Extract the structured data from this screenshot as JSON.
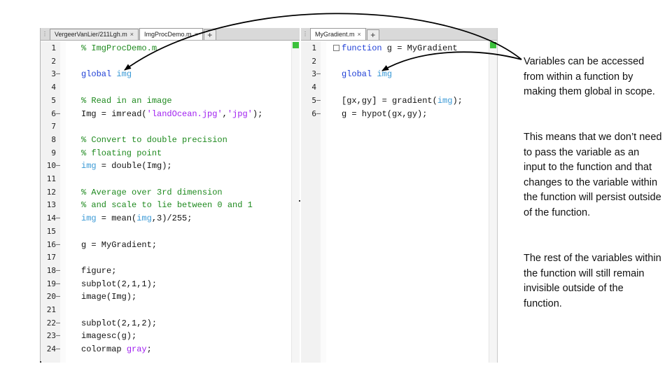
{
  "left_editor": {
    "tabs": [
      {
        "label": "VergeerVanLier/211Lgh.m",
        "active": false
      },
      {
        "label": "ImgProcDemo.m",
        "active": true
      }
    ],
    "plus_label": "+",
    "grip_label": "⋮",
    "lines": [
      {
        "n": "1",
        "dash": "",
        "kind": "comment",
        "text": "% ImgProcDemo.m"
      },
      {
        "n": "2",
        "dash": "",
        "kind": "plain",
        "text": ""
      },
      {
        "n": "3",
        "dash": "–",
        "kind": "mixed",
        "parts": [
          {
            "t": "global ",
            "c": "kw"
          },
          {
            "t": "img",
            "c": "var"
          }
        ]
      },
      {
        "n": "4",
        "dash": "",
        "kind": "plain",
        "text": ""
      },
      {
        "n": "5",
        "dash": "",
        "kind": "comment",
        "text": "% Read in an image"
      },
      {
        "n": "6",
        "dash": "–",
        "kind": "mixed",
        "parts": [
          {
            "t": "Img = imread(",
            "c": ""
          },
          {
            "t": "'landOcean.jpg'",
            "c": "str"
          },
          {
            "t": ",",
            "c": ""
          },
          {
            "t": "'jpg'",
            "c": "str"
          },
          {
            "t": ");",
            "c": ""
          }
        ]
      },
      {
        "n": "7",
        "dash": "",
        "kind": "plain",
        "text": ""
      },
      {
        "n": "8",
        "dash": "",
        "kind": "comment",
        "text": "% Convert to double precision"
      },
      {
        "n": "9",
        "dash": "",
        "kind": "comment",
        "text": "% floating point"
      },
      {
        "n": "10",
        "dash": "–",
        "kind": "mixed",
        "parts": [
          {
            "t": "img",
            "c": "var"
          },
          {
            "t": " = double(Img);",
            "c": ""
          }
        ]
      },
      {
        "n": "11",
        "dash": "",
        "kind": "plain",
        "text": ""
      },
      {
        "n": "12",
        "dash": "",
        "kind": "comment",
        "text": "% Average over 3rd dimension"
      },
      {
        "n": "13",
        "dash": "",
        "kind": "comment",
        "text": "% and scale to lie between 0 and 1"
      },
      {
        "n": "14",
        "dash": "–",
        "kind": "mixed",
        "parts": [
          {
            "t": "img",
            "c": "var"
          },
          {
            "t": " = mean(",
            "c": ""
          },
          {
            "t": "img",
            "c": "var"
          },
          {
            "t": ",3)/255;",
            "c": ""
          }
        ]
      },
      {
        "n": "15",
        "dash": "",
        "kind": "plain",
        "text": ""
      },
      {
        "n": "16",
        "dash": "–",
        "kind": "plain",
        "text": "g = MyGradient;"
      },
      {
        "n": "17",
        "dash": "",
        "kind": "plain",
        "text": ""
      },
      {
        "n": "18",
        "dash": "–",
        "kind": "plain",
        "text": "figure;"
      },
      {
        "n": "19",
        "dash": "–",
        "kind": "plain",
        "text": "subplot(2,1,1);"
      },
      {
        "n": "20",
        "dash": "–",
        "kind": "plain",
        "text": "image(Img);"
      },
      {
        "n": "21",
        "dash": "",
        "kind": "plain",
        "text": ""
      },
      {
        "n": "22",
        "dash": "–",
        "kind": "plain",
        "text": "subplot(2,1,2);"
      },
      {
        "n": "23",
        "dash": "–",
        "kind": "plain",
        "text": "imagesc(g);"
      },
      {
        "n": "24",
        "dash": "–",
        "kind": "mixed",
        "parts": [
          {
            "t": "colormap ",
            "c": ""
          },
          {
            "t": "gray",
            "c": "str"
          },
          {
            "t": ";",
            "c": ""
          }
        ]
      }
    ]
  },
  "right_editor": {
    "tabs": [
      {
        "label": "MyGradient.m",
        "active": true
      }
    ],
    "plus_label": "+",
    "lines": [
      {
        "n": "1",
        "dash": "",
        "kind": "mixed",
        "fold": true,
        "parts": [
          {
            "t": "function",
            "c": "kw"
          },
          {
            "t": " g = MyGradient",
            "c": ""
          }
        ]
      },
      {
        "n": "2",
        "dash": "",
        "kind": "plain",
        "text": ""
      },
      {
        "n": "3",
        "dash": "–",
        "kind": "mixed",
        "parts": [
          {
            "t": "global ",
            "c": "kw"
          },
          {
            "t": "img",
            "c": "var"
          }
        ]
      },
      {
        "n": "4",
        "dash": "",
        "kind": "plain",
        "text": ""
      },
      {
        "n": "5",
        "dash": "–",
        "kind": "mixed",
        "parts": [
          {
            "t": "[gx,gy] = gradient(",
            "c": ""
          },
          {
            "t": "img",
            "c": "var"
          },
          {
            "t": ");",
            "c": ""
          }
        ]
      },
      {
        "n": "6",
        "dash": "–",
        "kind": "plain",
        "text": "g = hypot(gx,gy);"
      }
    ]
  },
  "annotations": {
    "first": "Variables can be accessed from within a function by making them global in scope.",
    "second": "This means that we don’t need to pass the variable as an input to the function and that changes to the variable within the function will persist outside of the function.",
    "third": "The rest of the variables within the function will still remain invisible outside of the function."
  },
  "colors": {
    "comment": "#1f8a1f",
    "keyword": "#1f3fd6",
    "string": "#a020f0",
    "global_var": "#3b9ad6",
    "status_ok": "#3cc13c"
  }
}
